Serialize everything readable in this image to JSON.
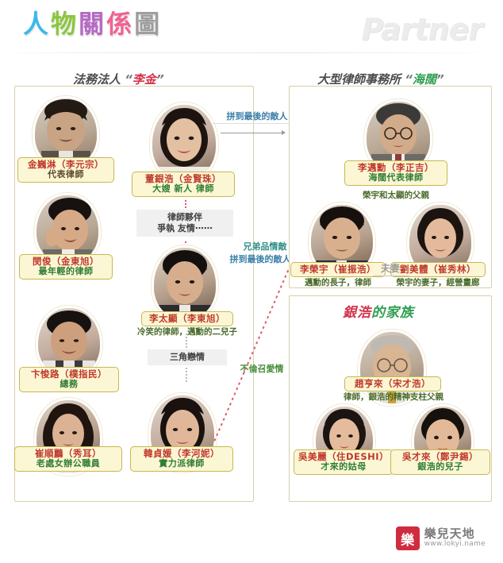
{
  "header": {
    "title_chars": [
      "人",
      "物",
      "關",
      "係",
      "圖"
    ],
    "watermark": "Partner"
  },
  "panels": {
    "left": {
      "title_prefix": "法務法人",
      "title_accent": "李金",
      "quote_open": "“",
      "quote_close": "”"
    },
    "right_top": {
      "title_prefix": "大型律師事務所",
      "title_accent": "海闊",
      "quote_open": "“",
      "quote_close": "”"
    },
    "right_bottom": {
      "title_accent": "銀浩",
      "title_suffix": "的家族"
    }
  },
  "people": [
    {
      "id": "kim-wi-rim",
      "name": "金巍淋（李元宗）",
      "role": "代表律師",
      "role_color": "brown"
    },
    {
      "id": "dong-eun-ho",
      "name": "董銀浩（金賢珠）",
      "role": "大嫂 新人 律師",
      "role_color": "green"
    },
    {
      "id": "min-jun",
      "name": "閔俊（金東旭）",
      "role": "最年輕的律師",
      "role_color": "green"
    },
    {
      "id": "lee-tae-hyun",
      "name": "李太顯（李東旭）",
      "role": "冷笑的律師，邁勳的二兒子",
      "role_color": "green",
      "role_outside": true
    },
    {
      "id": "byun-hyuk-ro",
      "name": "卞悛路（樸指民）",
      "role": "總務",
      "role_color": "green"
    },
    {
      "id": "choi-sun-rye",
      "name": "崔順鸝（秀耳）",
      "role": "老處女辦公職員",
      "role_color": "green"
    },
    {
      "id": "han-jeong-won",
      "name": "韓貞媛（李河妮）",
      "role": "實力派律師",
      "role_color": "green"
    },
    {
      "id": "lee-mae-hun",
      "name": "李邁勳（李正吉）",
      "role": "海闊代表律師",
      "role_color": "green",
      "sub": "榮宇和太顯的父親"
    },
    {
      "id": "lee-yeong-woo",
      "name": "李榮宇（崔振浩）",
      "role": "邁勳的長子，律師",
      "role_color": "green",
      "role_outside": true
    },
    {
      "id": "yoo-mi-che",
      "name": "劉美體（崔秀林）",
      "role": "榮宇的妻子，經營畫廊",
      "role_color": "green",
      "role_outside": true
    },
    {
      "id": "cho-hyung-rae",
      "name": "趙亨來（宋才浩）",
      "role": "律師，銀浩的精神支柱父親",
      "role_color": "green",
      "role_outside": true
    },
    {
      "id": "oh-mi-ri",
      "name": "吳美麗（住DESHI）",
      "role": "才來的姑母",
      "role_color": "green"
    },
    {
      "id": "oh-jae-rae",
      "name": "吳才來（鄭尹錫）",
      "role": "銀浩的兒子",
      "role_color": "green"
    }
  ],
  "relations": {
    "rivals_top": "拼到最後的敵人",
    "partners_box_line1": "律師夥伴",
    "partners_box_line2": "爭執 友情⋯⋯",
    "brothers_line1": "兄弟品情敵",
    "brothers_line2": "拼到最後的敵人",
    "triangle": "三角戀情",
    "affair": "不倫召愛情",
    "couple": "夫妻"
  },
  "footer": {
    "logo_glyph": "樂",
    "logo_cn": "樂兒天地",
    "logo_url": "www.lokyi.name"
  }
}
